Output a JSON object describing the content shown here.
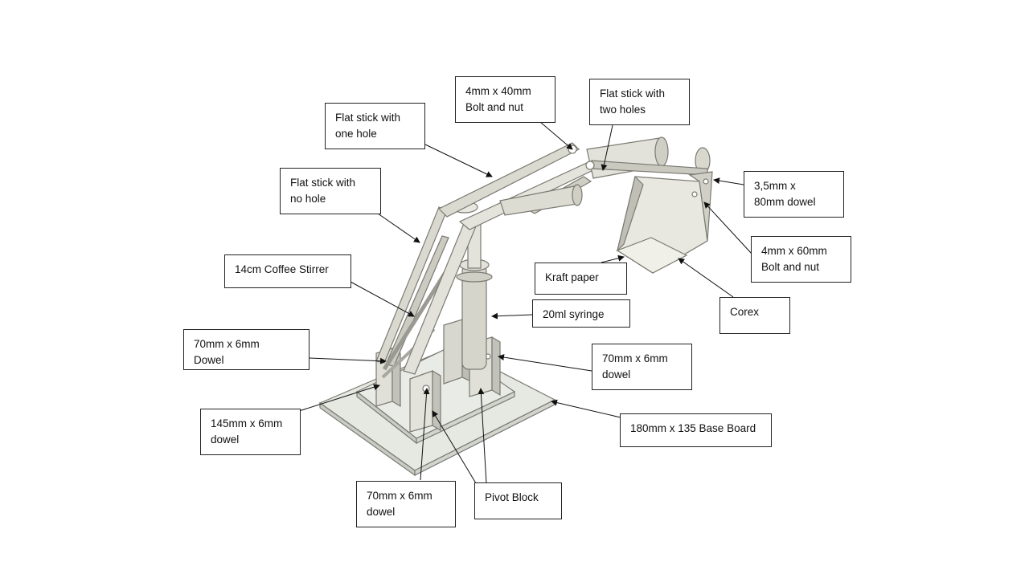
{
  "labels": {
    "flat_stick_one_hole": "Flat stick with\none hole",
    "bolt_4x40": "4mm x 40mm\nBolt and nut",
    "flat_stick_two_holes": "Flat stick with\ntwo holes",
    "flat_stick_no_hole": "Flat stick with\nno hole",
    "dowel_3_5x80": "3,5mm x\n80mm dowel",
    "bolt_4x60": "4mm x 60mm\nBolt and nut",
    "coffee_stirrer": "14cm Coffee Stirrer",
    "kraft_paper": "Kraft paper",
    "syringe": "20ml syringe",
    "corex": "Corex",
    "dowel_70x6_left": "70mm x 6mm\nDowel",
    "dowel_70x6_right": "70mm x 6mm\ndowel",
    "dowel_145x6": "145mm x 6mm\ndowel",
    "base_board": "180mm x 135 Base Board",
    "dowel_70x6_bottom": "70mm x 6mm\ndowel",
    "pivot_block": "Pivot Block"
  },
  "colors": {
    "model_fill": "#dcdcd2",
    "model_stroke": "#7a7a72",
    "base_fill": "#e6e8e2"
  }
}
